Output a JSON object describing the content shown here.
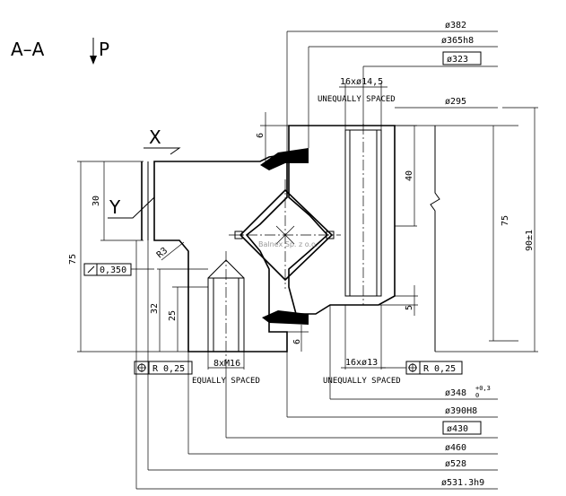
{
  "section": {
    "title": "A–A",
    "view_label": "P"
  },
  "labels": {
    "x": "X",
    "y": "Y"
  },
  "watermark": "Balnex Sp. z o.o.",
  "dims_right": {
    "d382": "ø382",
    "d365": "ø365h8",
    "d323": "ø323",
    "holes_top": "16xø14,5",
    "unequal_top": "UNEQUALLY SPACED",
    "d295": "ø295"
  },
  "dims_bottom": {
    "holes_bottom": "16xø13",
    "unequal_bottom": "UNEQUALLY SPACED",
    "d348": "ø348",
    "d348_tol_up": "+0,3",
    "d348_tol_lo": "0",
    "d390": "ø390H8",
    "d430": "ø430",
    "d460": "ø460",
    "d528": "ø528",
    "d531": "ø531.3h9"
  },
  "dims_left": {
    "tap": "8xM16",
    "equal": "EQUALLY SPACED",
    "h30": "30",
    "h75": "75",
    "h32": "32",
    "h25": "25",
    "r3": "R3",
    "runout": "0,350",
    "pos_left": "R 0,25"
  },
  "dims_inner": {
    "h6a": "6",
    "h40": "40",
    "h75r": "75",
    "h90": "90±1",
    "h5": "5",
    "h6b": "6",
    "pos_right": "R 0,25"
  }
}
